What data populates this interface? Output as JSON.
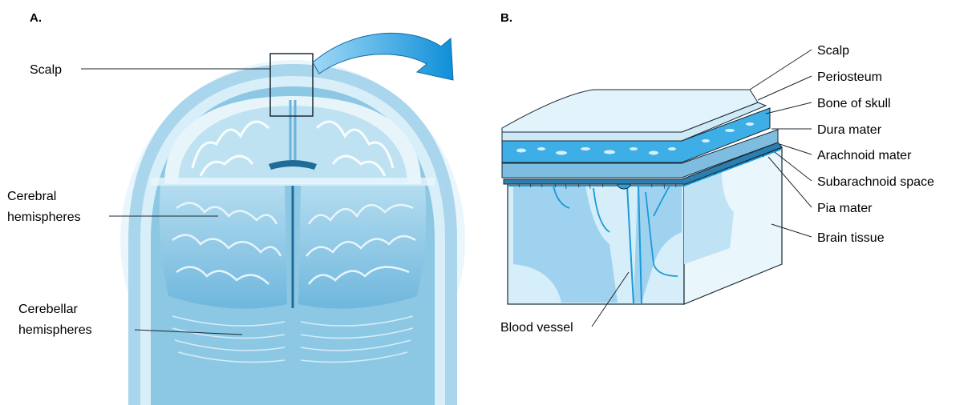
{
  "panels": {
    "a": {
      "label": "A."
    },
    "b": {
      "label": "B."
    }
  },
  "figure_a": {
    "labels": {
      "scalp": "Scalp",
      "cerebral_line1": "Cerebral",
      "cerebral_line2": "hemispheres",
      "cerebellar_line1": "Cerebellar",
      "cerebellar_line2": "hemispheres"
    }
  },
  "figure_b": {
    "layers": [
      "Scalp",
      "Periosteum",
      "Bone of skull",
      "Dura mater",
      "Arachnoid mater",
      "Subarachnoid space",
      "Pia mater",
      "Brain tissue"
    ],
    "blood_vessel": "Blood vessel"
  },
  "colors": {
    "tissue_light": "#d9eef8",
    "tissue_mid": "#8fcbe8",
    "tissue_dark": "#2a96cf",
    "arrow": "#1d9be0",
    "outline": "#1a2a35"
  }
}
